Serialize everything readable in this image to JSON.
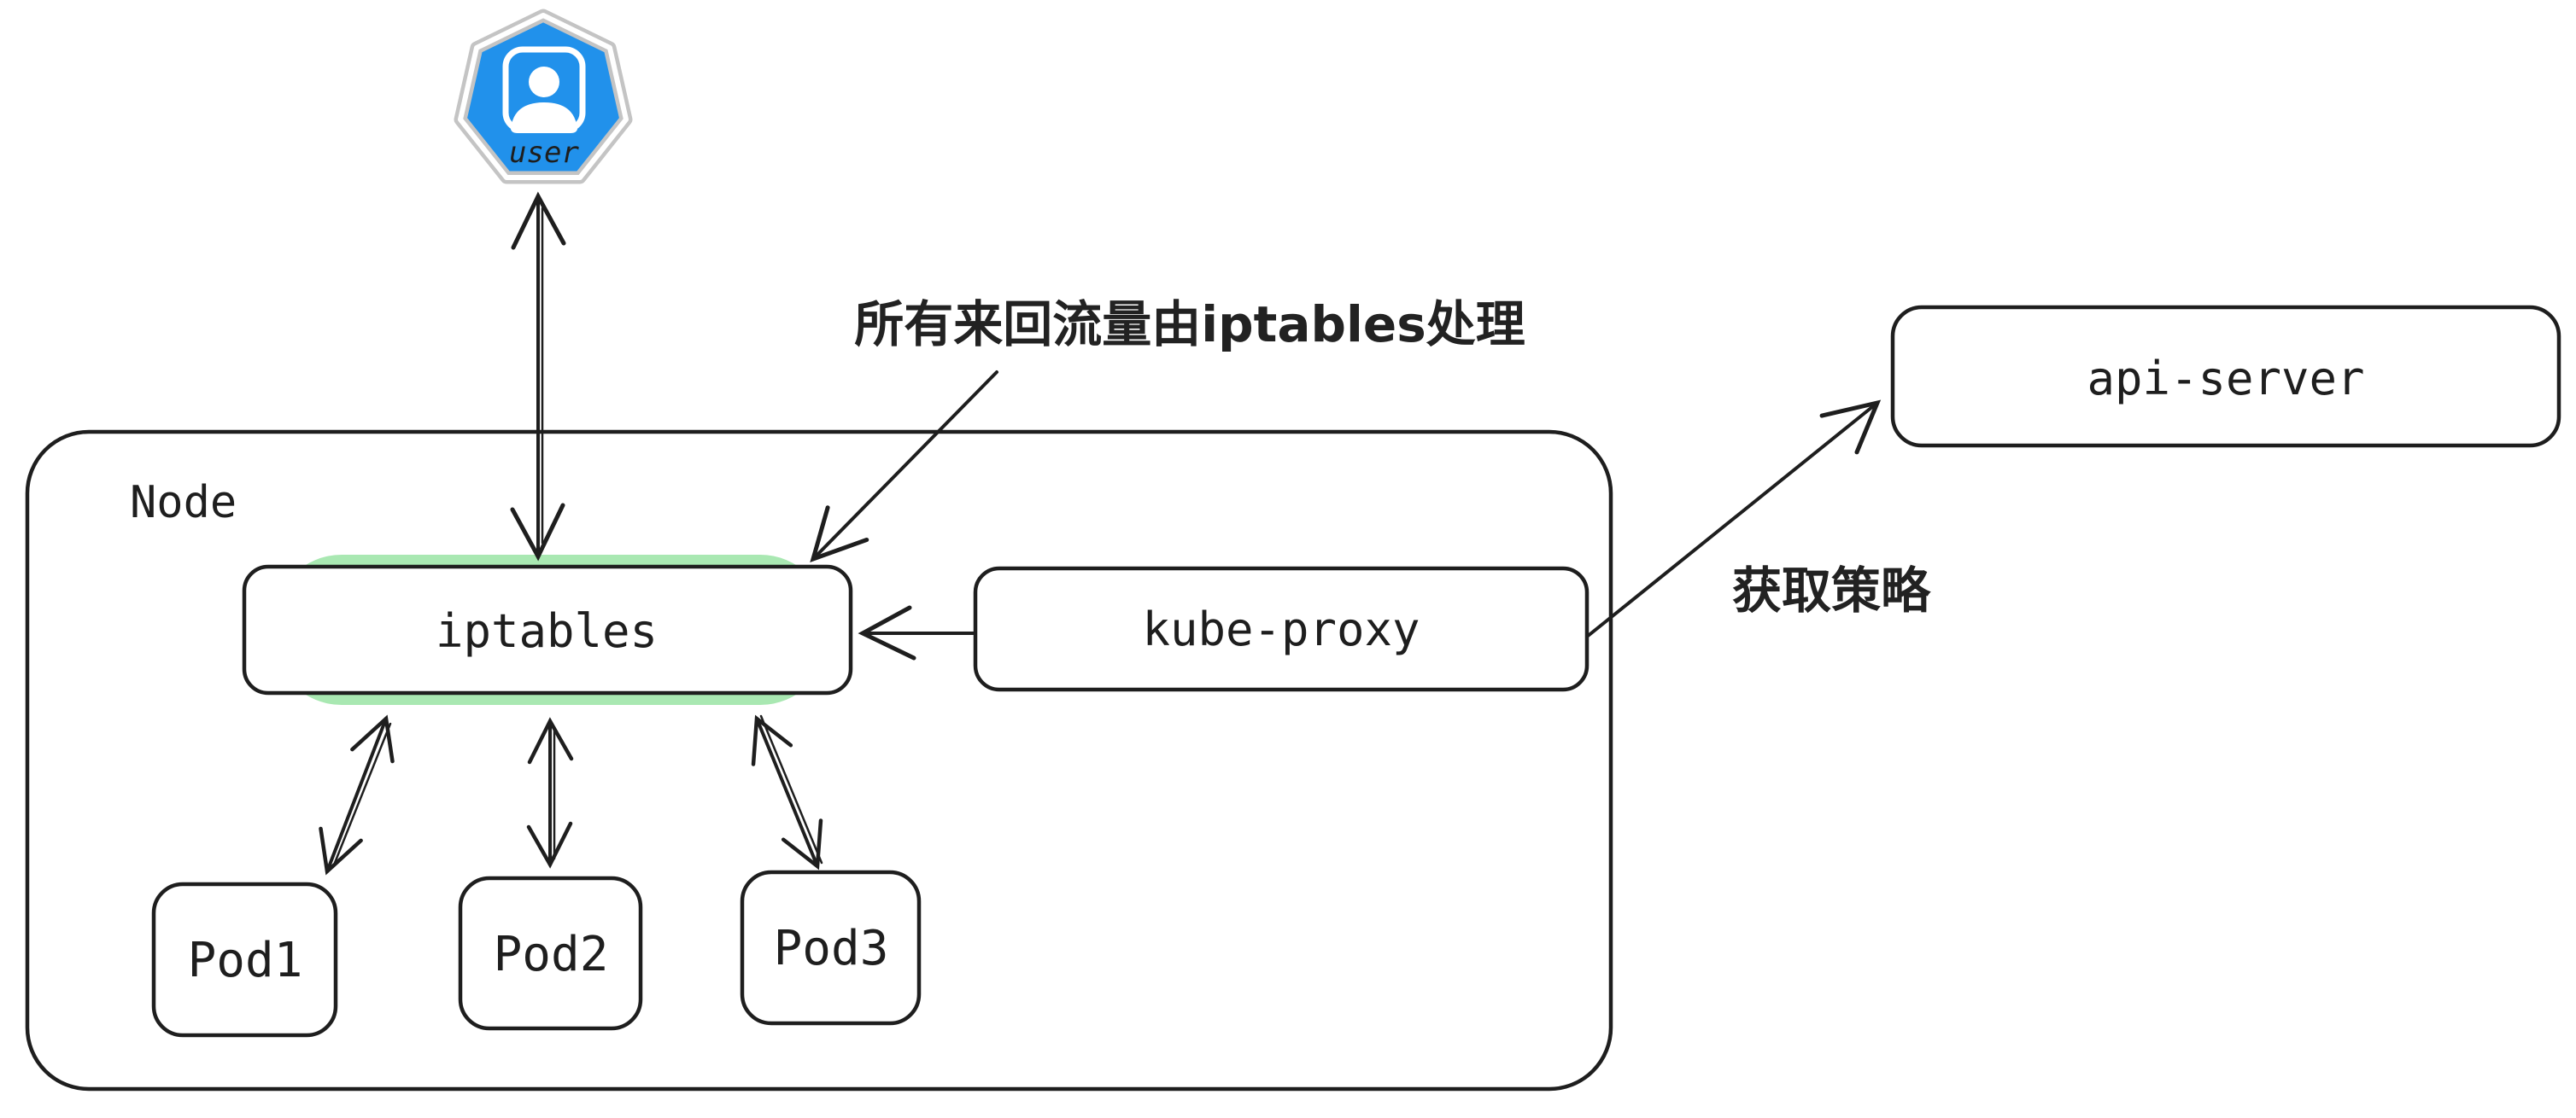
{
  "colors": {
    "background": "#ffffff",
    "stroke": "#1e1e1e",
    "iptables_fill": "#a9e8b2",
    "kubernetes_blue": "#2191eb",
    "icon_outer_border": "#c4c4c4",
    "icon_glyph": "#ffffff"
  },
  "user_icon": {
    "label": "user"
  },
  "node": {
    "label": "Node",
    "iptables_label": "iptables",
    "kube_proxy_label": "kube-proxy",
    "pods": [
      {
        "label": "Pod1"
      },
      {
        "label": "Pod2"
      },
      {
        "label": "Pod3"
      }
    ]
  },
  "api_server_label": "api-server",
  "annotations": {
    "traffic": "所有来回流量由iptables处理",
    "policy": "获取策略"
  }
}
